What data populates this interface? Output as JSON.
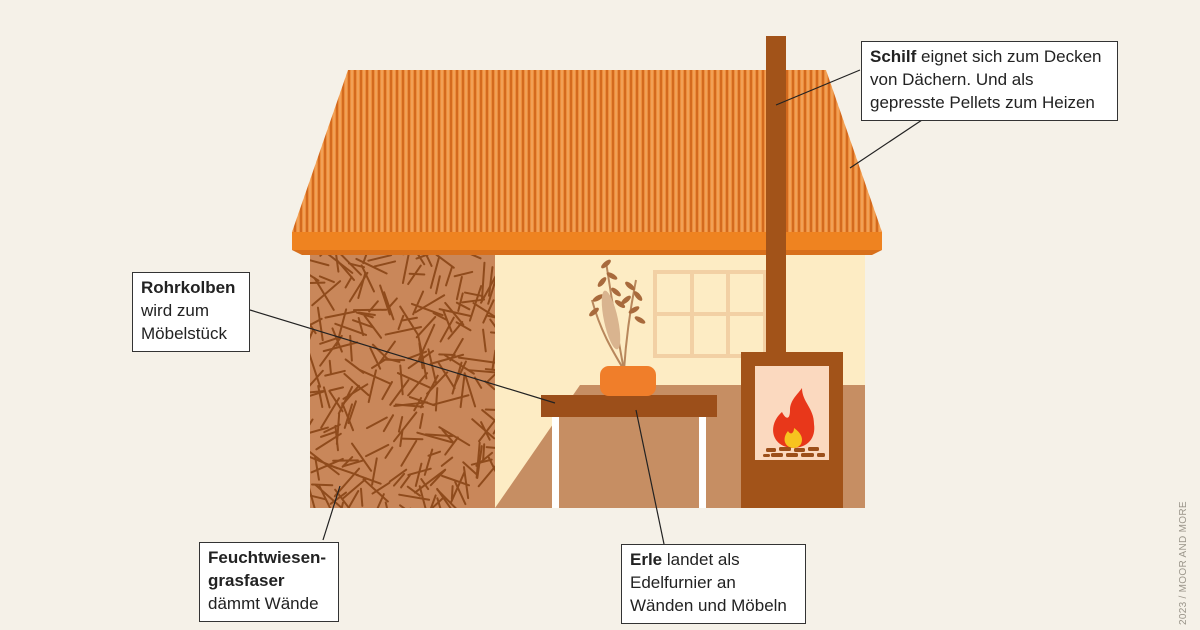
{
  "colors": {
    "background": "#f5f1e8",
    "roof": "#ec8e3c",
    "roof_stripe": "#d46a1e",
    "roof_edge": "#ef8320",
    "wall": "#fdecc4",
    "floor": "#c68e63",
    "grass_fiber": "#a65d28",
    "wood": "#9c4f1a",
    "stove": "#a25319",
    "fire_box": "#fbd9bf",
    "flame_red": "#e8371a",
    "flame_yellow": "#f7c31f",
    "window": "#f2d8b0",
    "vase": "#f07e2a"
  },
  "callouts": {
    "schilf": {
      "bold": "Schilf",
      "line1_rest": " eignet sich zum Decken",
      "line2": "von Dächern. Und als",
      "line3": "gepresste Pellets zum Heizen"
    },
    "rohrkolben": {
      "bold": "Rohrkolben",
      "line2": "wird zum",
      "line3": "Möbelstück"
    },
    "feucht": {
      "bold1": "Feuchtwiesen-",
      "bold2": "grasfaser",
      "line3": "dämmt Wände"
    },
    "erle": {
      "bold": "Erle",
      "line1_rest": " landet als",
      "line2": "Edelfurnier an",
      "line3": "Wänden und Möbeln"
    }
  },
  "credit": "2023 / MOOR AND MORE"
}
